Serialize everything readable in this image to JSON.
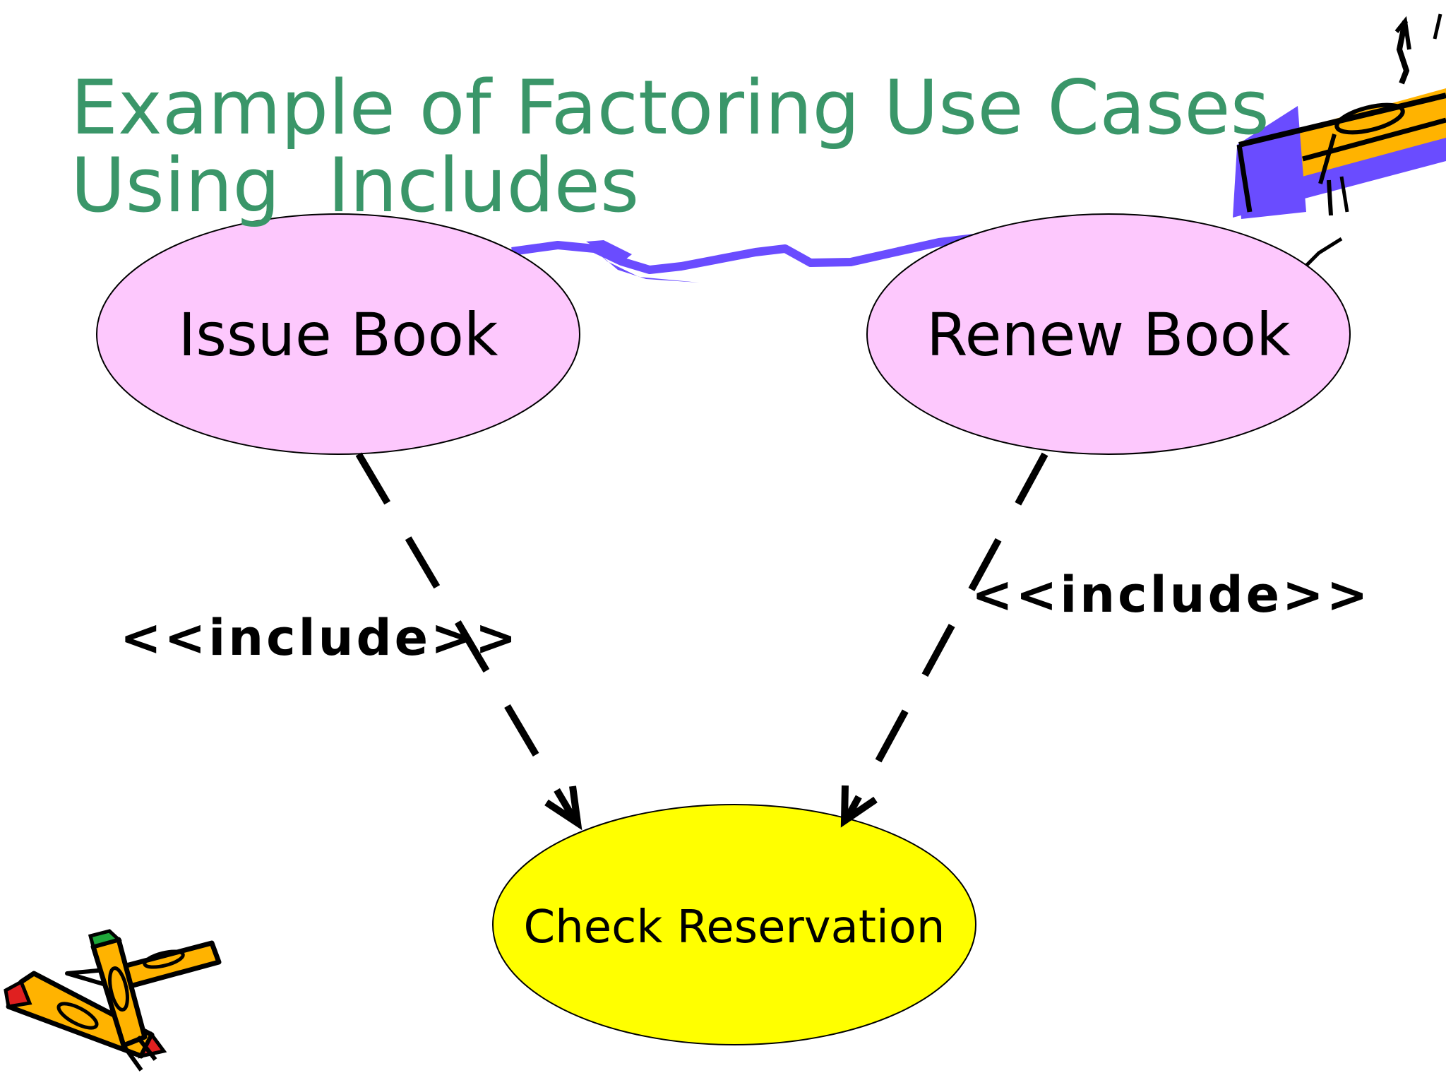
{
  "slide": {
    "title_line1": "Example of Factoring Use Cases",
    "title_line2": "Using  Includes"
  },
  "use_cases": {
    "issue_book": "Issue Book",
    "renew_book": "Renew Book",
    "check_reservation": "Check Reservation"
  },
  "relations": {
    "left_label": "<<include>>",
    "right_label": "<<include>>"
  },
  "colors": {
    "title": "#3a9669",
    "issue_fill": "#fdc8fd",
    "renew_fill": "#fdc8fd",
    "check_fill": "#ffff00",
    "pencil_orange": "#ffb300",
    "pencil_purple": "#6a4cff"
  },
  "icons": [
    "pencil-clipart-icon",
    "crossed-pencils-clipart-icon"
  ]
}
